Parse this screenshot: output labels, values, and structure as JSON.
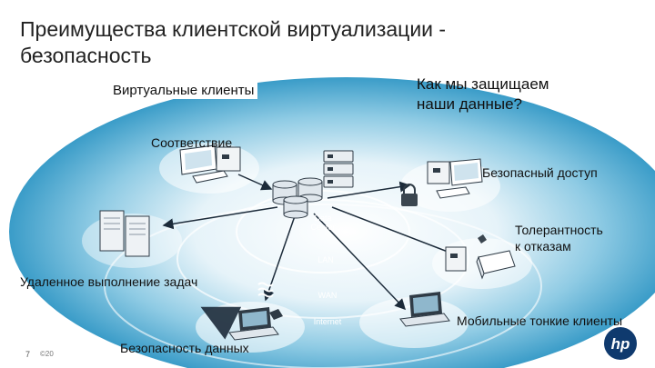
{
  "title": "Преимущества клиентской виртуализации - безопасность",
  "subtitle": "Как мы защищаем наши данные?",
  "labels": {
    "virtual_clients": "Виртуальные клиенты",
    "compliance": "Соответствие",
    "secure_access": "Безопасный доступ",
    "fault_tolerance_1": "Толерантность",
    "fault_tolerance_2": "к отказам",
    "remote_execution": "Удаленное выполнение задач",
    "mobile_thin_clients": "Мобильные тонкие клиенты",
    "data_security": "Безопасность данных"
  },
  "network_labels": {
    "data_center_1": "Data",
    "data_center_2": "Center",
    "lan": "LAN",
    "wan": "WAN",
    "internet": "Internet"
  },
  "footer": {
    "page": "7",
    "copyright": "©20"
  },
  "logo": {
    "text": "hp",
    "color": "#0f3a6e"
  },
  "colors": {
    "ellipse_outer": "#3c9cc7",
    "ellipse_inner": "#8cc9e3",
    "arrow": "#1c2b3a"
  }
}
